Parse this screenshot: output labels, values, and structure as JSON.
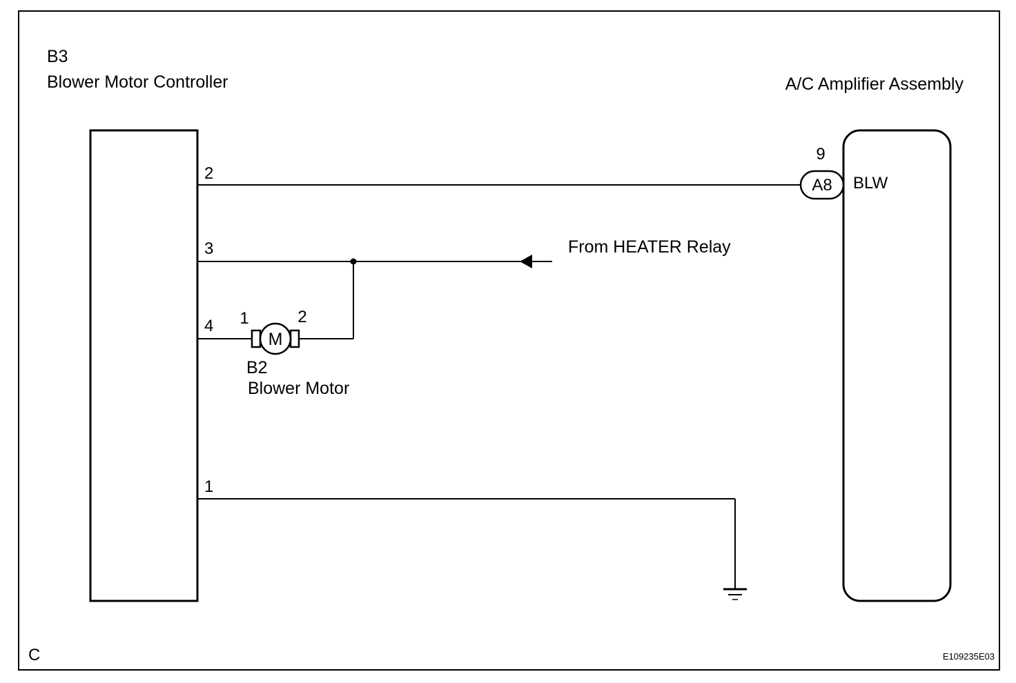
{
  "diagram": {
    "controller": {
      "code": "B3",
      "name": "Blower Motor Controller"
    },
    "amplifier": {
      "name": "A/C Amplifier Assembly",
      "terminal": "BLW",
      "pin": "9",
      "connector": "A8"
    },
    "motor": {
      "code": "B2",
      "name": "Blower Motor",
      "symbol": "M",
      "pin_left": "1",
      "pin_right": "2"
    },
    "controller_pins": {
      "p2": "2",
      "p3": "3",
      "p4": "4",
      "p1": "1"
    },
    "heater_relay_label": "From HEATER Relay",
    "corner_letter": "C",
    "figure_id": "E109235E03"
  }
}
